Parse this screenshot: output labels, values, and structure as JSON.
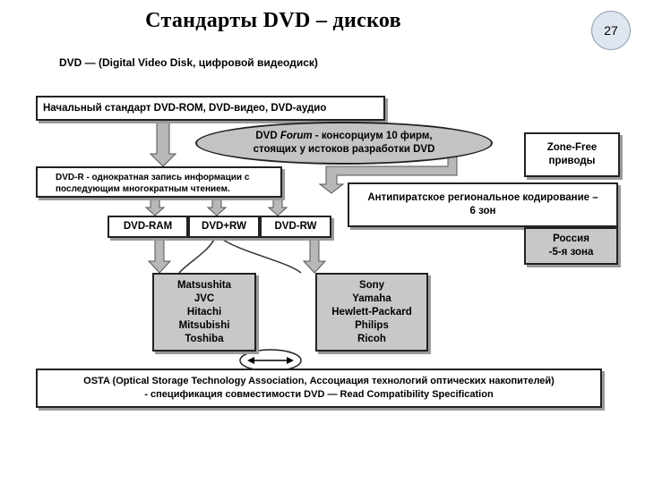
{
  "header": {
    "title": "Стандарты DVD – дисков",
    "page_number": "27",
    "subtitle": "DVD  — (Digital Video Disk, цифровой видеодиск)"
  },
  "boxes": {
    "initial_standard": "Начальный стандарт DVD-ROM, DVD-видео, DVD-аудио",
    "forum_line1_prefix": "DVD ",
    "forum_line1_italic": "Forum",
    "forum_line1_suffix": " - консорциум 10 фирм,",
    "forum_line2": "стоящих у истоков разработки DVD",
    "dvdr_line1": "DVD-R - однократная запись информации с",
    "dvdr_line2": "последующим многократным чтением.",
    "formats": [
      "DVD-RAM",
      "DVD+RW",
      "DVD-RW"
    ],
    "zone_free_line1": "Zone-Free",
    "zone_free_line2": "приводы",
    "antipiracy_line1": "Антипиратское региональное кодирование –",
    "antipiracy_line2": "6 зон",
    "russia_line1": "Россия",
    "russia_line2": "-5-я зона",
    "companies_left": [
      "Matsushita",
      "JVC",
      "Hitachi",
      "Mitsubishi",
      "Toshiba"
    ],
    "companies_right": [
      "Sony",
      "Yamaha",
      "Hewlett-Packard",
      "Philips",
      "Ricoh"
    ],
    "osta_line1": "OSTA (Optical Storage Technology Association, Ассоциация технологий оптических накопителей)",
    "osta_line2": "- спецификация совместимости DVD — Read Compatibility Specification"
  },
  "colors": {
    "arrow_fill": "#b8b8b8",
    "ellipse_fill": "#c4c4c4",
    "gray_box": "#c8c8c8"
  }
}
